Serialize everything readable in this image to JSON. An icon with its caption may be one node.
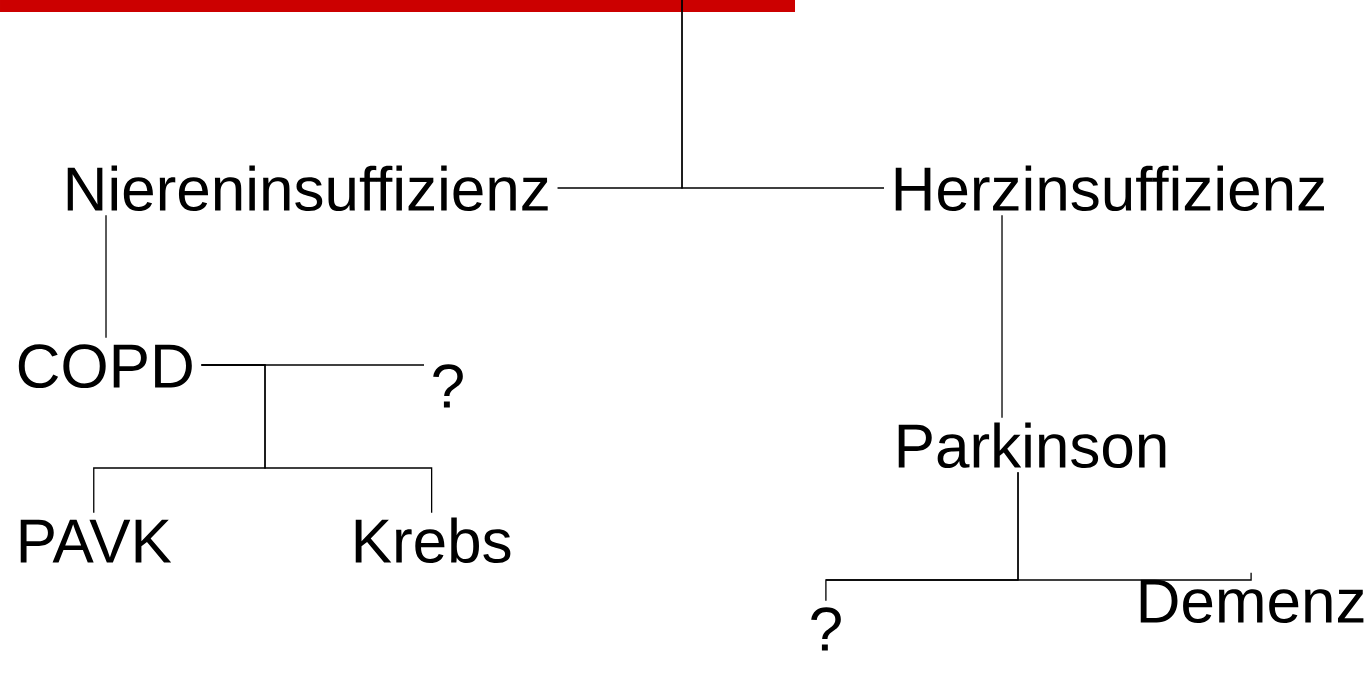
{
  "diagram": {
    "nodes": [
      {
        "text": [
          "Niereninsuffizienz"
        ]
      },
      {
        "text": [
          "Herzinsuffizienz"
        ]
      },
      {
        "text": [
          "COPD"
        ]
      },
      {
        "text": [
          "?"
        ]
      },
      {
        "text": [
          "PAVK"
        ]
      },
      {
        "text": [
          "Krebs"
        ]
      },
      {
        "text": [
          "Parkinson"
        ]
      },
      {
        "text": [
          "?"
        ]
      },
      {
        "text": [
          "Demenz"
        ]
      }
    ],
    "edges": [
      {
        "from": null,
        "to": 0,
        "arrow": "none"
      },
      {
        "from": null,
        "to": 1,
        "arrow": "none"
      },
      {
        "from": 0,
        "to": 2,
        "arrow": "none"
      },
      {
        "from": 2,
        "to": 3,
        "arrow": "none"
      },
      {
        "from": 2,
        "to": 4,
        "arrow": "none"
      },
      {
        "from": 2,
        "to": 5,
        "arrow": "none"
      },
      {
        "from": 1,
        "to": 6,
        "arrow": "none"
      },
      {
        "from": 6,
        "to": 7,
        "arrow": "none"
      },
      {
        "from": 6,
        "to": 8,
        "arrow": "none"
      }
    ]
  }
}
